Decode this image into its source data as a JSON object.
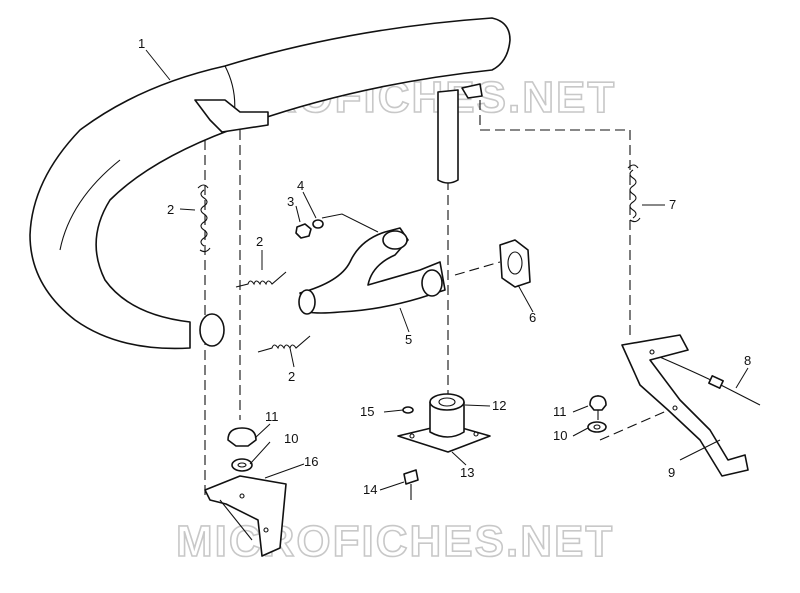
{
  "watermark": {
    "top": "MICROFICHES.NET",
    "bottom": "MICROFICHES.NET"
  },
  "callouts": {
    "c1": "1",
    "c2a": "2",
    "c2b": "2",
    "c2c": "2",
    "c3": "3",
    "c4": "4",
    "c5": "5",
    "c6": "6",
    "c7": "7",
    "c8": "8",
    "c9": "9",
    "c10a": "10",
    "c10b": "10",
    "c11a": "11",
    "c11b": "11",
    "c12": "12",
    "c13": "13",
    "c14": "14",
    "c15": "15",
    "c16": "16"
  }
}
